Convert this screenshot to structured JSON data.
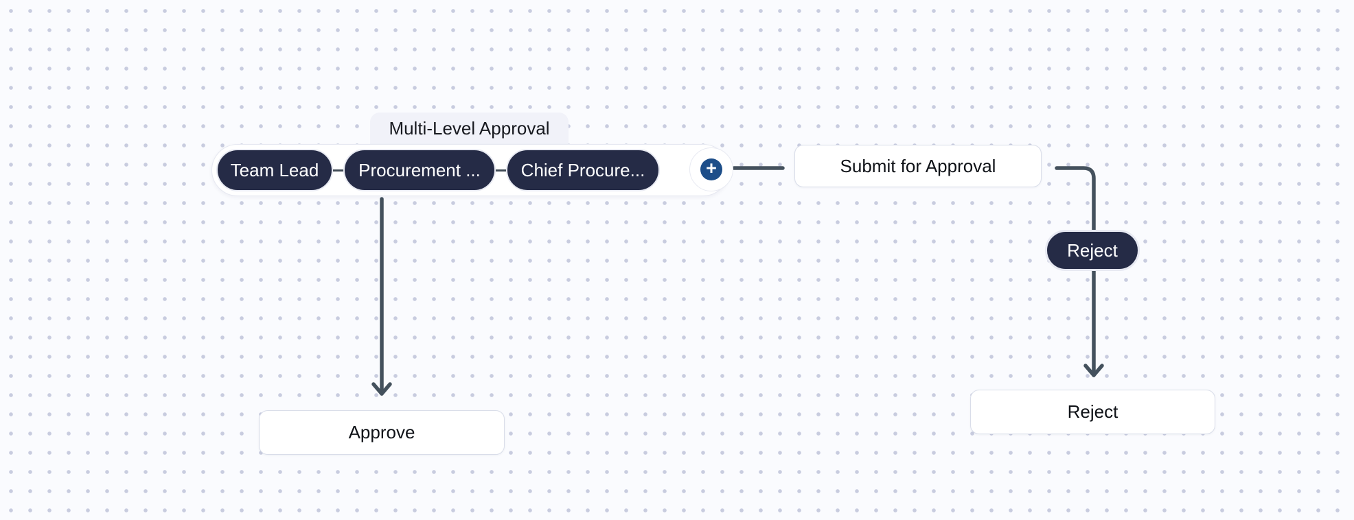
{
  "canvas": {
    "background": "#fafbfe",
    "dot_color": "#c8ccdf"
  },
  "colors": {
    "pill_navy": "#252b46",
    "add_button_blue": "#1d4e89",
    "edge_slate": "#44515d",
    "node_border": "#d9dde9",
    "group_label_bg": "#f1f2f9"
  },
  "group": {
    "label": "Multi-Level Approval",
    "approvers": [
      {
        "label": "Team Lead"
      },
      {
        "label": "Procurement ..."
      },
      {
        "label": "Chief Procure..."
      }
    ],
    "add_button_label": "+"
  },
  "nodes": {
    "submit": {
      "label": "Submit for Approval"
    },
    "approve": {
      "label": "Approve"
    },
    "reject": {
      "label": "Reject"
    }
  },
  "edge_labels": {
    "reject": "Reject"
  }
}
